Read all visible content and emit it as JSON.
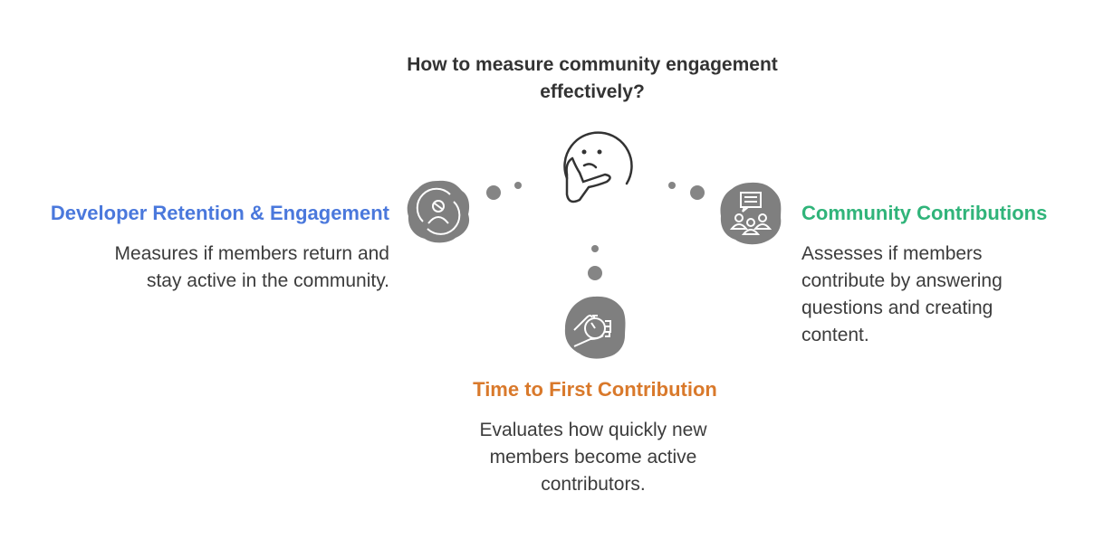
{
  "title": "How to measure community engagement effectively?",
  "colors": {
    "blue": "#4a78dc",
    "green": "#30b47a",
    "orange": "#d9792b",
    "icon_bg": "#7f7f7f"
  },
  "items": [
    {
      "heading": "Developer Retention & Engagement",
      "body": "Measures if members return and stay active in the community.",
      "icon": "user-cycle-icon"
    },
    {
      "heading": "Community Contributions",
      "body": "Assesses if members contribute by answering questions and creating content.",
      "icon": "group-chat-icon"
    },
    {
      "heading": "Time to First Contribution",
      "body": "Evaluates how quickly new members become active contributors.",
      "icon": "hand-stopwatch-icon"
    }
  ],
  "center_icon": "thinking-face-icon"
}
